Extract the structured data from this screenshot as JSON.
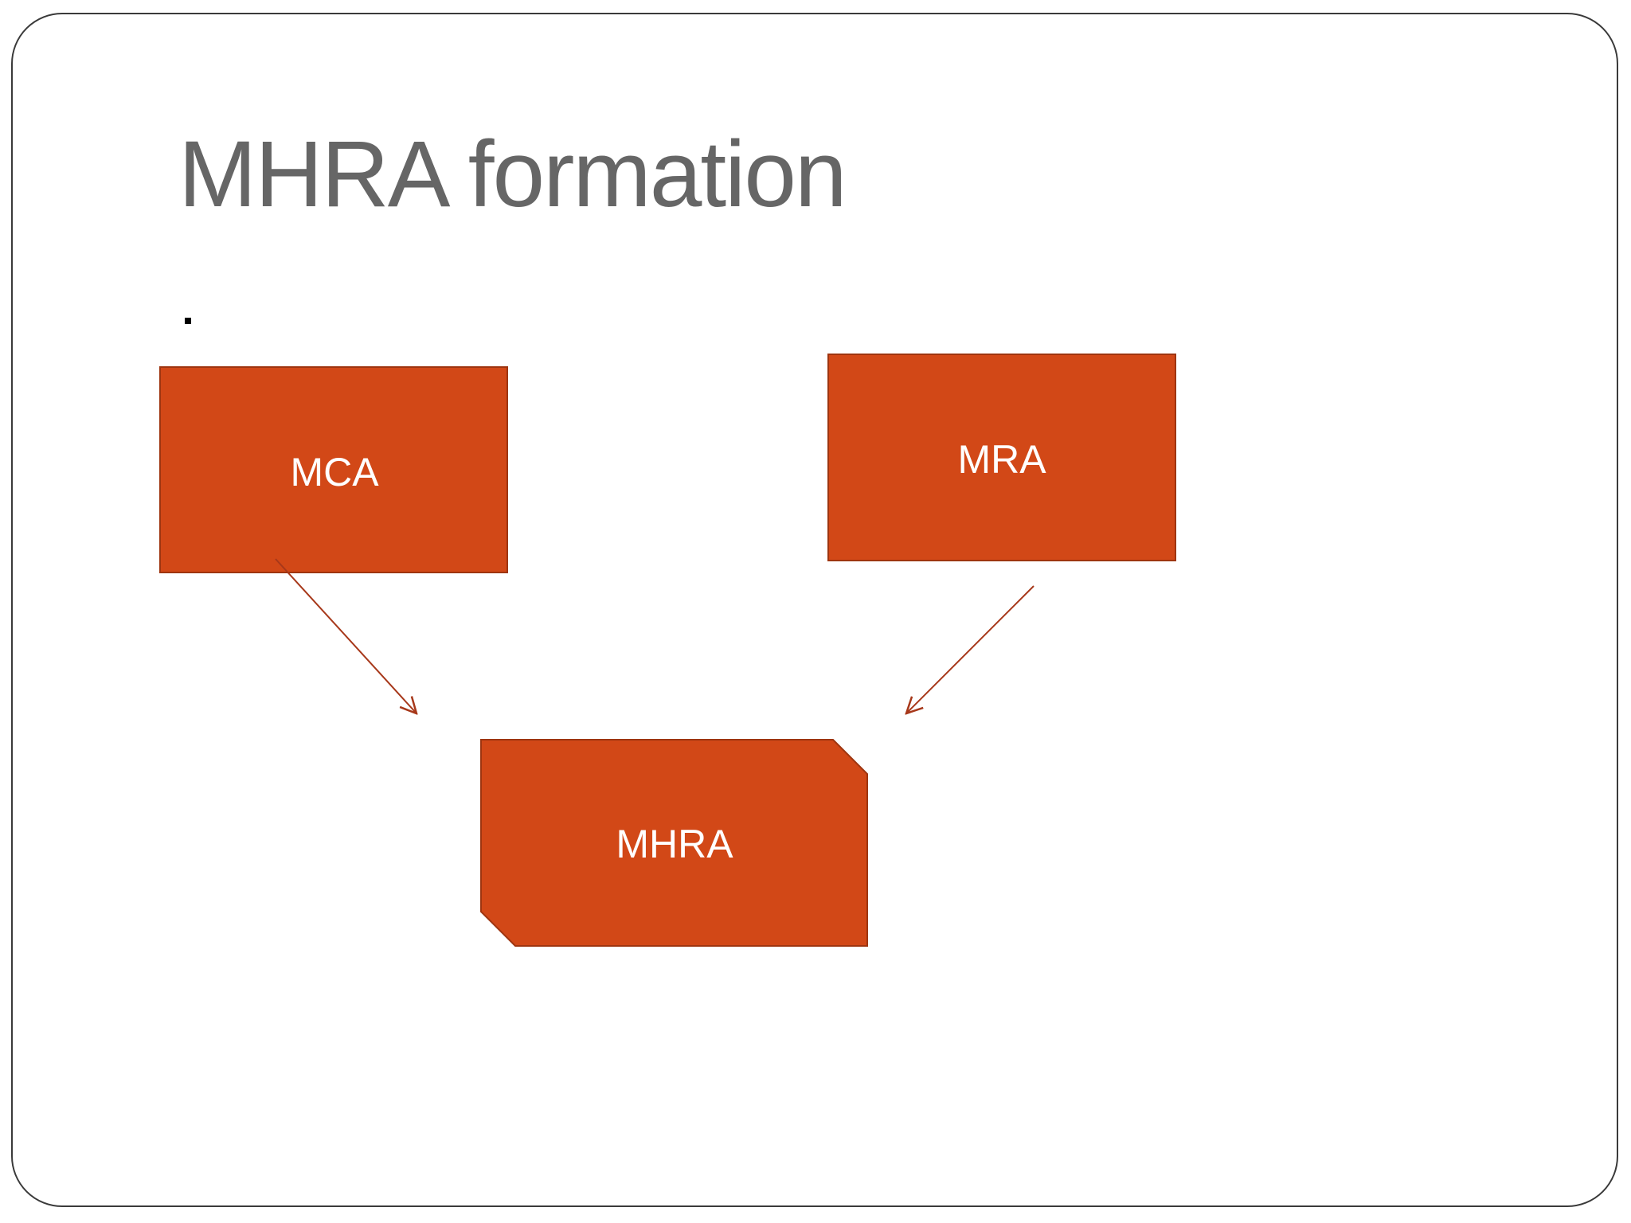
{
  "slide": {
    "title": "MHRA formation",
    "bullet": "."
  },
  "diagram": {
    "nodes": [
      {
        "id": "mca",
        "label": "MCA"
      },
      {
        "id": "mra",
        "label": "MRA"
      },
      {
        "id": "mhra",
        "label": "MHRA"
      }
    ],
    "edges": [
      {
        "from": "mca",
        "to": "mhra"
      },
      {
        "from": "mra",
        "to": "mhra"
      }
    ]
  },
  "colors": {
    "box_fill": "#d24817",
    "box_stroke": "#9e3510",
    "arrow": "#a7381a",
    "title": "#666666"
  }
}
